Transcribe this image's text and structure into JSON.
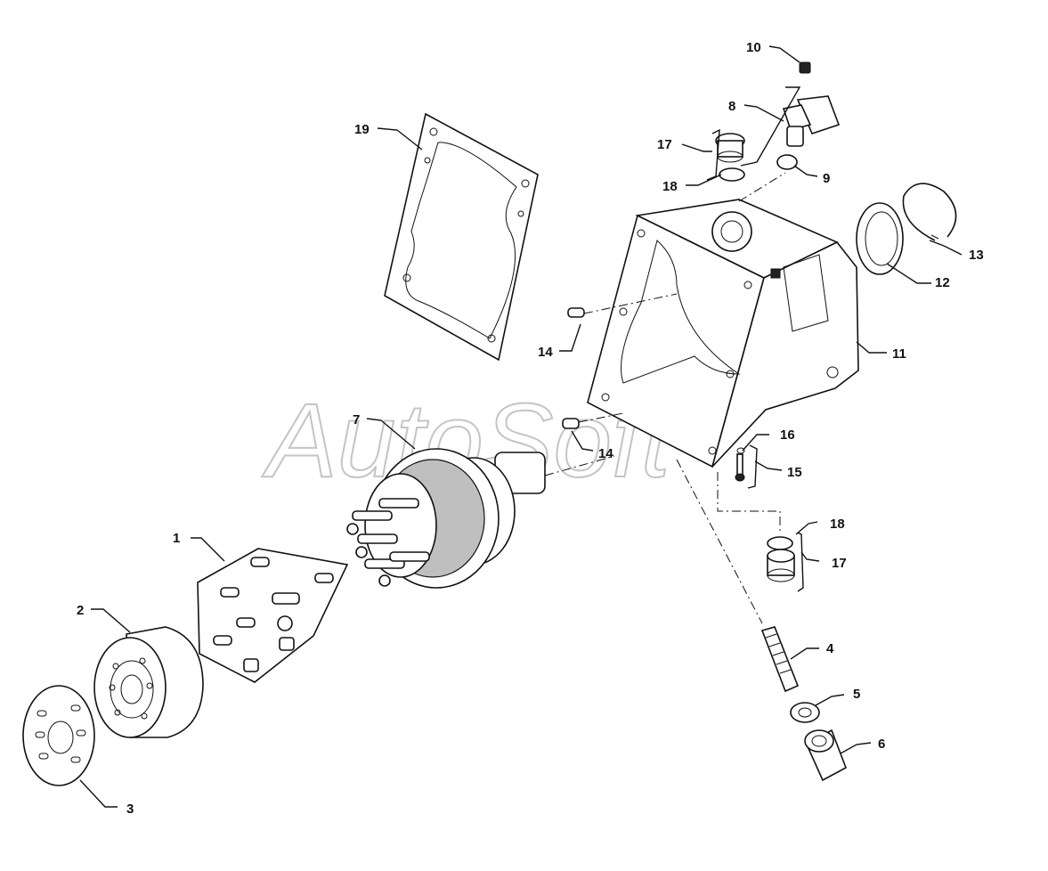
{
  "watermark": "AutoSoft",
  "callouts": {
    "p1": "1",
    "p2": "2",
    "p3": "3",
    "p4": "4",
    "p5": "5",
    "p6": "6",
    "p7": "7",
    "p8": "8",
    "p9": "9",
    "p10": "10",
    "p11": "11",
    "p12": "12",
    "p13": "13",
    "p14a": "14",
    "p14b": "14",
    "p15": "15",
    "p16": "16",
    "p17a": "17",
    "p17b": "17",
    "p18a": "18",
    "p18b": "18",
    "p19": "19"
  }
}
